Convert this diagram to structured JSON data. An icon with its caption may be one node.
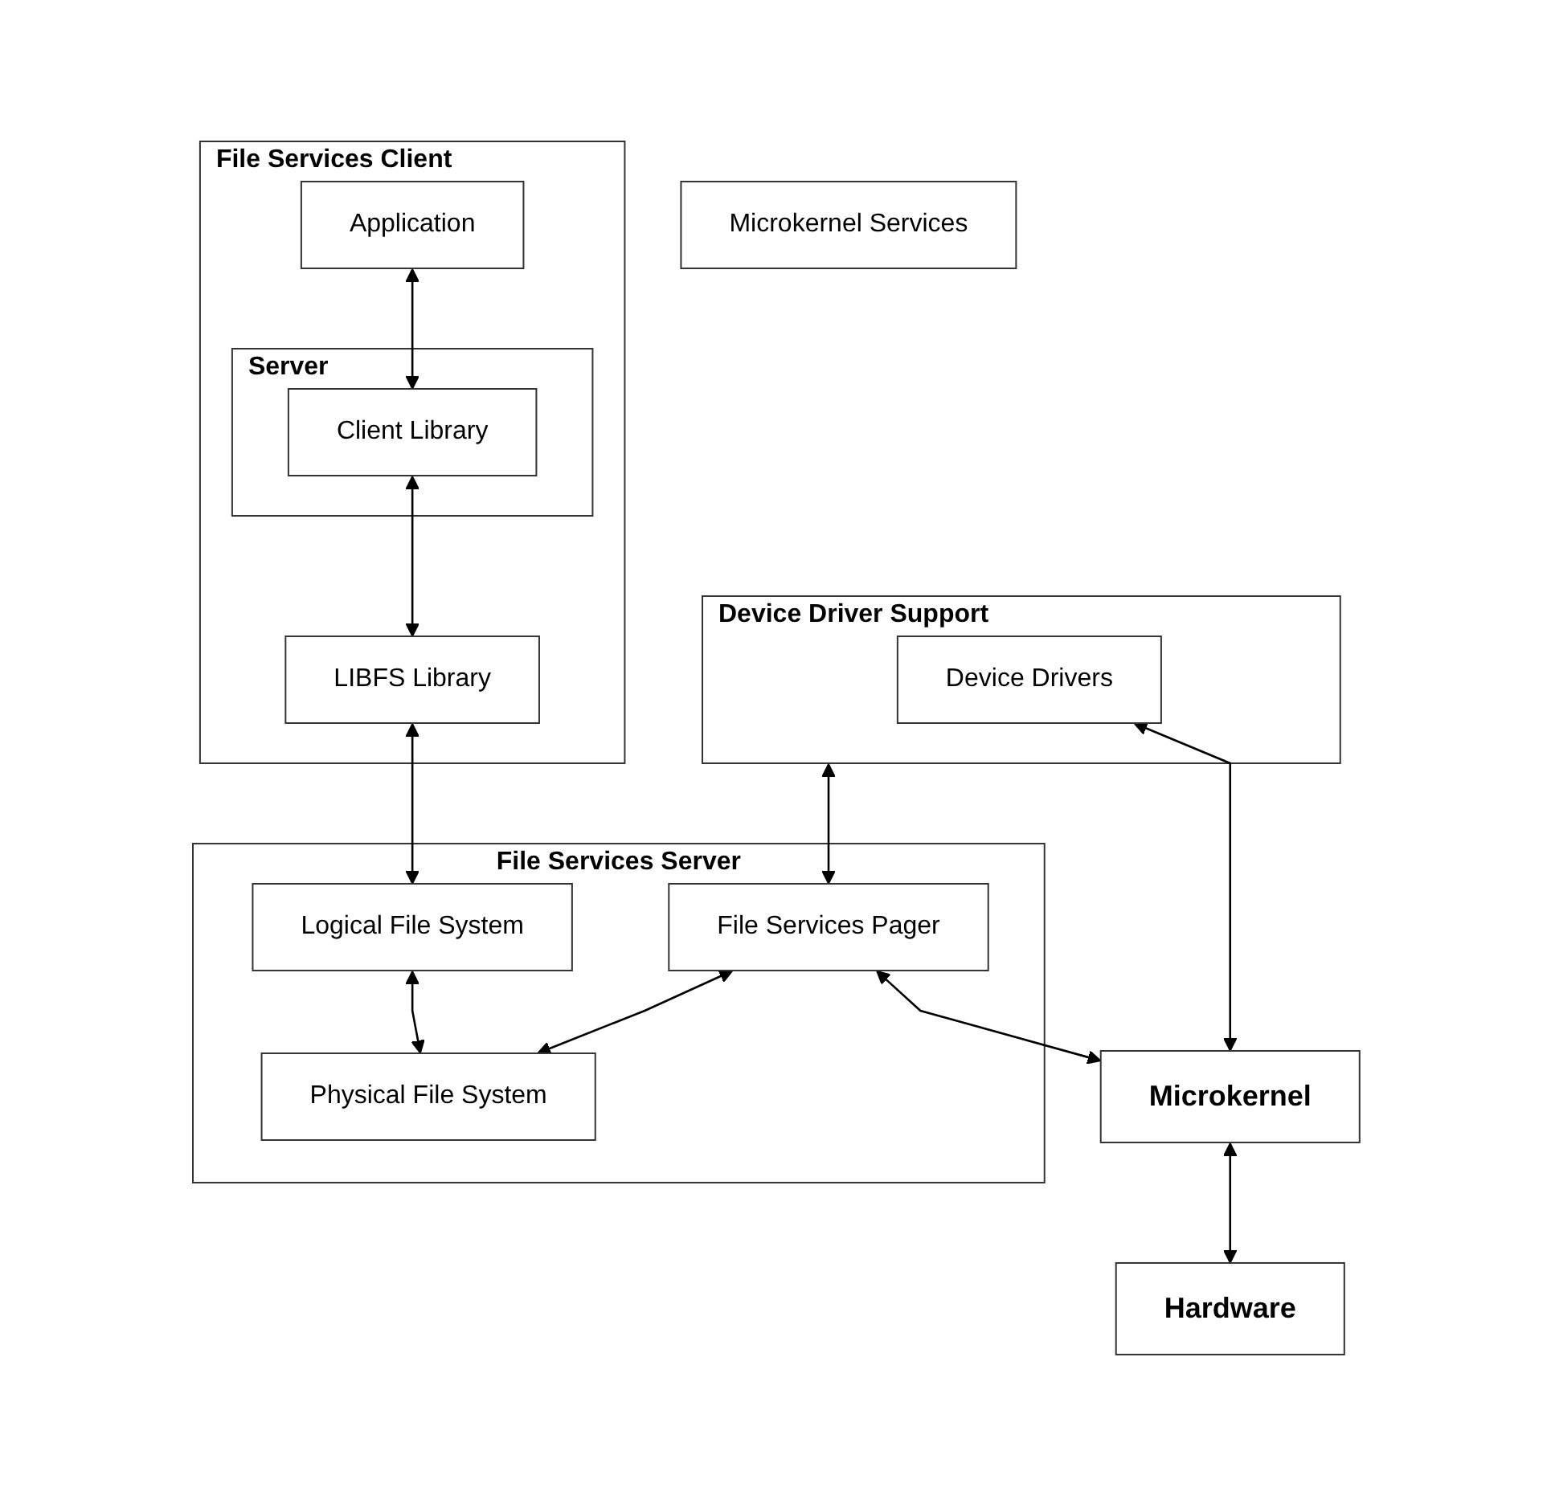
{
  "diagram": {
    "nodes": [
      {
        "text": [
          "File Services Client"
        ]
      },
      {
        "text": [
          "Application"
        ],
        "in": 0
      },
      {
        "text": [
          "Server"
        ],
        "in": 0
      },
      {
        "text": [
          "Client Library"
        ],
        "in": 2
      },
      {
        "text": [
          "LIBFS Library"
        ],
        "in": 0
      },
      {
        "text": [
          "File Services Server"
        ]
      },
      {
        "text": [
          "Logical File System"
        ],
        "in": 5
      },
      {
        "text": [
          "File Services Pager"
        ],
        "in": 5
      },
      {
        "text": [
          "Physical File System"
        ],
        "in": 5
      },
      {
        "text": [
          "Microkernel Services"
        ]
      },
      {
        "text": [
          "Device Driver Support"
        ]
      },
      {
        "text": [
          "Device Drivers"
        ],
        "in": 10
      },
      {
        "text": [
          "Microkernel"
        ]
      },
      {
        "text": [
          "Hardware"
        ]
      }
    ],
    "edges": [
      {
        "from": 1,
        "to": 3,
        "arrow": "both"
      },
      {
        "from": 3,
        "to": 4,
        "arrow": "both"
      },
      {
        "from": 4,
        "to": 6,
        "arrow": "both"
      },
      {
        "from": 6,
        "to": 8,
        "arrow": "both"
      },
      {
        "from": 7,
        "to": 8,
        "arrow": "both"
      },
      {
        "from": 10,
        "to": 7,
        "arrow": "both"
      },
      {
        "from": 11,
        "to": 12,
        "arrow": "both"
      },
      {
        "from": 12,
        "to": 13,
        "arrow": "both"
      },
      {
        "from": 7,
        "to": 12,
        "arrow": "both"
      }
    ]
  }
}
